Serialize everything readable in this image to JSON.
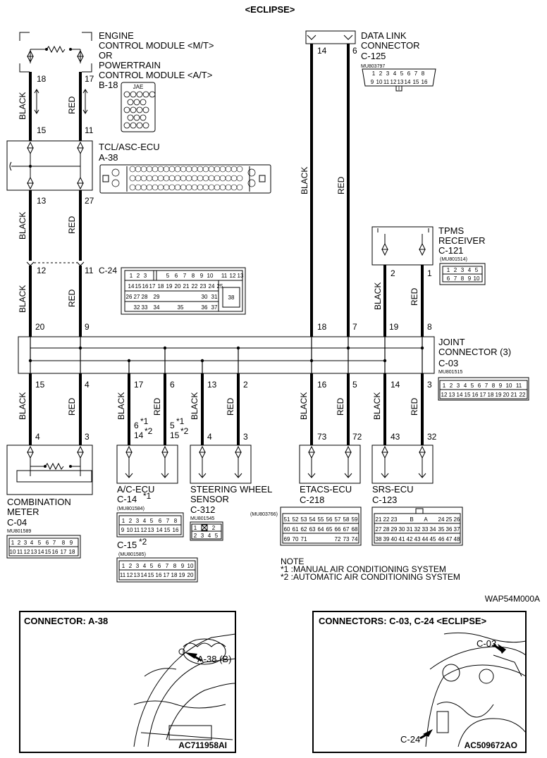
{
  "header": {
    "title": "<ECLIPSE>"
  },
  "components": {
    "ecm": {
      "line1": "ENGINE",
      "line2": "CONTROL MODULE <M/T>",
      "line3": "OR",
      "line4": "POWERTRAIN",
      "line5": "CONTROL MODULE <A/T>",
      "code": "B-18",
      "tag": "JAE"
    },
    "tcl": {
      "line1": "TCL/ASC-ECU",
      "code": "A-38"
    },
    "dlc": {
      "line1": "DATA LINK",
      "line2": "CONNECTOR",
      "code": "C-125",
      "part": "MU803797"
    },
    "tpms": {
      "line1": "TPMS",
      "line2": "RECEIVER",
      "code": "C-121",
      "part": "(MU801514)"
    },
    "c24": {
      "code": "C-24"
    },
    "joint": {
      "line1": "JOINT",
      "line2": "CONNECTOR (3)",
      "code": "C-03",
      "part": "MU801515"
    },
    "combo": {
      "line1": "COMBINATION",
      "line2": "METER",
      "code": "C-04",
      "part": "MU801589"
    },
    "acecu": {
      "line1": "A/C-ECU",
      "code1": "C-14",
      "star1": "*1",
      "part1": "(MU801584)",
      "code2": "C-15",
      "star2": "*2",
      "part2": "(MU801585)"
    },
    "steer": {
      "line1": "STEERING WHEEL",
      "line2": "SENSOR",
      "code": "C-312",
      "part": "MU801545"
    },
    "etacs": {
      "line1": "ETACS-ECU",
      "code": "C-218",
      "part": "(MU803766)"
    },
    "srs": {
      "line1": "SRS-ECU",
      "code": "C-123"
    }
  },
  "wire_labels": {
    "black": "BLACK",
    "red": "RED"
  },
  "pins": {
    "ecm_l": "18",
    "ecm_r": "17",
    "tcl_top_l": "15",
    "tcl_top_r": "11",
    "tcl_bot_l": "13",
    "tcl_bot_r": "27",
    "c24_top_l": "12",
    "c24_top_r": "11",
    "jc_a": "20",
    "jc_b": "9",
    "jc_c": "18",
    "jc_d": "7",
    "jc_e": "19",
    "jc_f": "8",
    "dlc_l": "14",
    "dlc_r": "6",
    "tpms_l": "2",
    "tpms_r": "1",
    "jb_1": "15",
    "jb_2": "4",
    "jb_3": "17",
    "jb_4": "6",
    "jb_5": "13",
    "jb_6": "2",
    "jb_7": "16",
    "jb_8": "5",
    "jb_9": "14",
    "jb_10": "3",
    "cm_l": "4",
    "cm_r": "3",
    "ac_l1": "6",
    "ac_l1s": "*1",
    "ac_l2": "14",
    "ac_l2s": "*2",
    "ac_r1": "5",
    "ac_r1s": "*1",
    "ac_r2": "15",
    "ac_r2s": "*2",
    "sw_l": "4",
    "sw_r": "3",
    "et_l": "73",
    "et_r": "72",
    "srs_l": "43",
    "srs_r": "32"
  },
  "note": {
    "title": "NOTE",
    "line1": "*1 :MANUAL AIR CONDITIONING SYSTEM",
    "line2": "*2 :AUTOMATIC AIR CONDITIONING SYSTEM"
  },
  "ref_code": "WAP54M000A",
  "panel_left": {
    "title": "CONNECTOR: A-38",
    "callout": "A-38 (B)",
    "fig": "AC711958AI"
  },
  "panel_right": {
    "title": "CONNECTORS: C-03, C-24 <ECLIPSE>",
    "callout1": "C-03",
    "callout2": "C-24",
    "fig": "AC509672AO"
  }
}
